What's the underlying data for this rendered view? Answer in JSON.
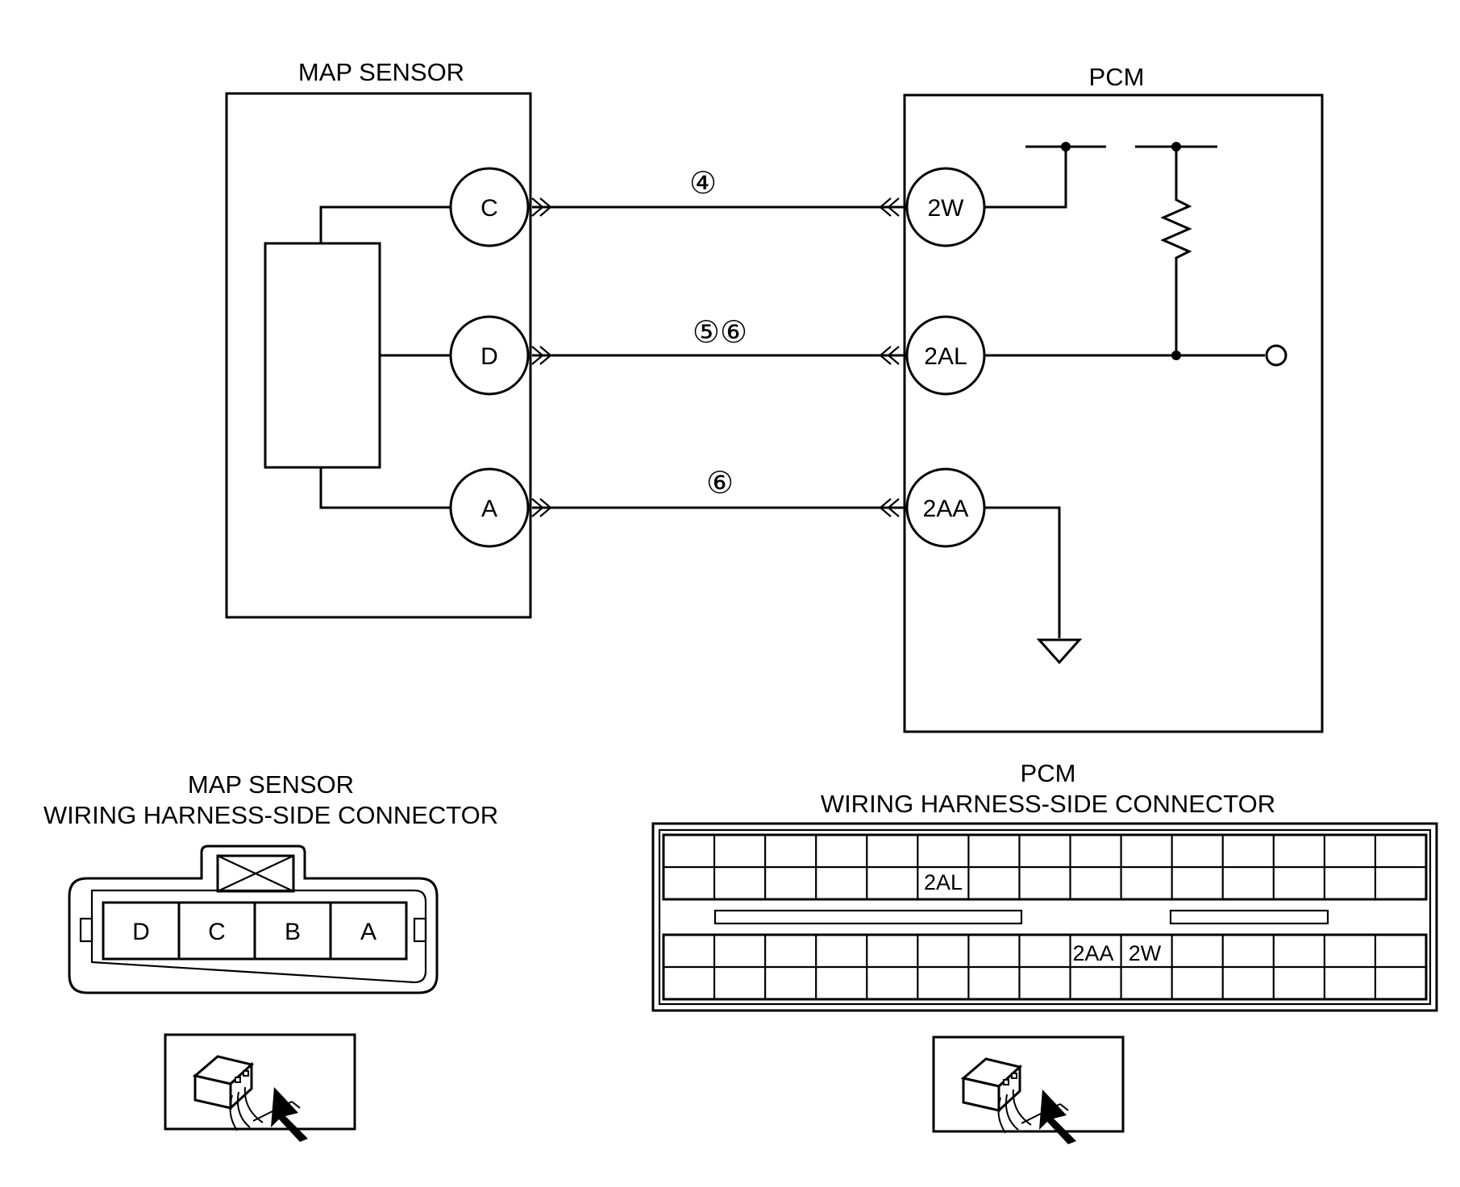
{
  "map_sensor": {
    "title": "MAP SENSOR",
    "pins": [
      "C",
      "D",
      "A"
    ]
  },
  "pcm": {
    "title": "PCM",
    "pins": [
      "2W",
      "2AL",
      "2AA"
    ]
  },
  "wire_marks": [
    "④",
    "⑤⑥",
    "⑥"
  ],
  "map_connector": {
    "title_line1": "MAP SENSOR",
    "title_line2": "WIRING HARNESS-SIDE CONNECTOR",
    "cells": [
      "D",
      "C",
      "B",
      "A"
    ]
  },
  "pcm_connector": {
    "title_line1": "PCM",
    "title_line2": "WIRING HARNESS-SIDE CONNECTOR",
    "cell_2al": "2AL",
    "cell_2aa": "2AA",
    "cell_2w": "2W"
  }
}
